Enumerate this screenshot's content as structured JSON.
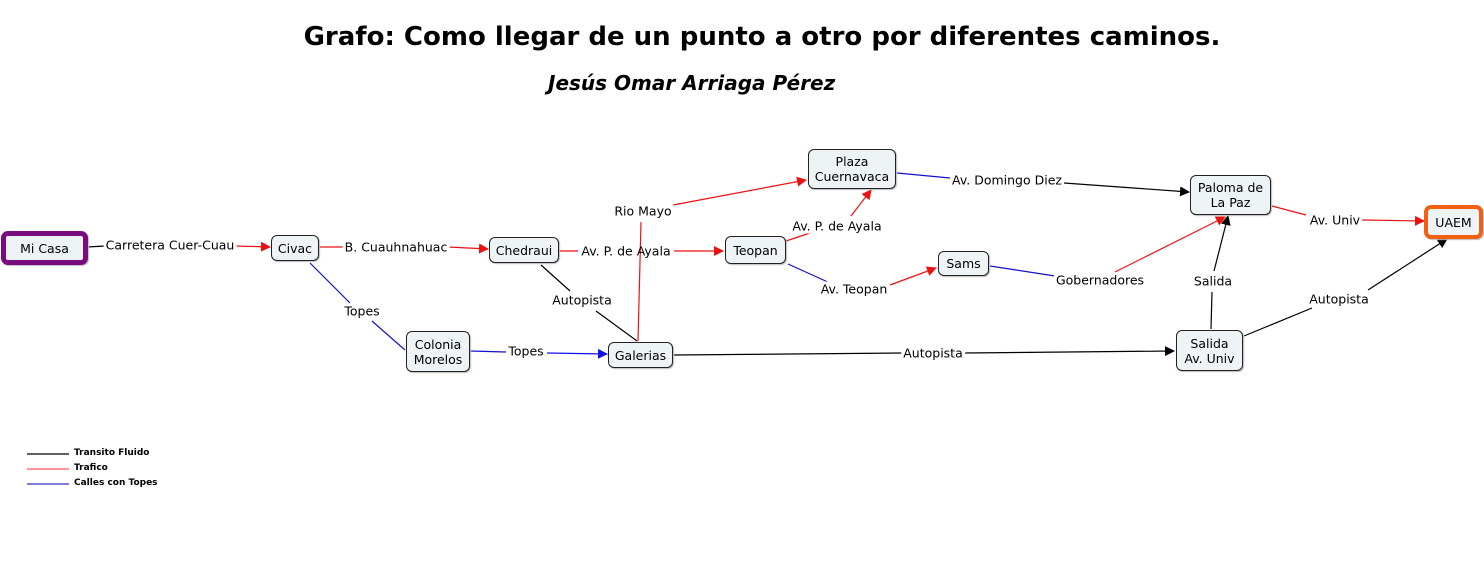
{
  "title": "Grafo: Como llegar de un punto a otro por diferentes caminos.",
  "author": "Jesús Omar Arriaga Pérez",
  "colors": {
    "fluido": "#000000",
    "trafico": "#ee1111",
    "topes": "#1111cc",
    "start_border": "#7a0a80",
    "end_border": "#f06010"
  },
  "nodes": {
    "mi_casa": "Mi Casa",
    "civac": "Civac",
    "chedraui": "Chedraui",
    "teopan": "Teopan",
    "plaza_l1": "Plaza",
    "plaza_l2": "Cuernavaca",
    "sams": "Sams",
    "paloma_l1": "Paloma de",
    "paloma_l2": "La Paz",
    "uaem": "UAEM",
    "colonia_l1": "Colonia",
    "colonia_l2": "Morelos",
    "galerias": "Galerias",
    "salida_l1": "Salida",
    "salida_l2": "Av. Univ"
  },
  "edges": [
    "Carretera Cuer-Cuau",
    "B. Cuauhnahuac",
    "Av. P. de Ayala",
    "Topes",
    "Topes",
    "Autopista",
    "Rio Mayo",
    "Av. P. de Ayala",
    "Av. Teopan",
    "Av. Domingo Diez",
    "Gobernadores",
    "Av. Univ",
    "Salida",
    "Autopista",
    "Autopista"
  ],
  "legend": [
    "Transito Fluido",
    "Trafico",
    "Calles con Topes"
  ]
}
